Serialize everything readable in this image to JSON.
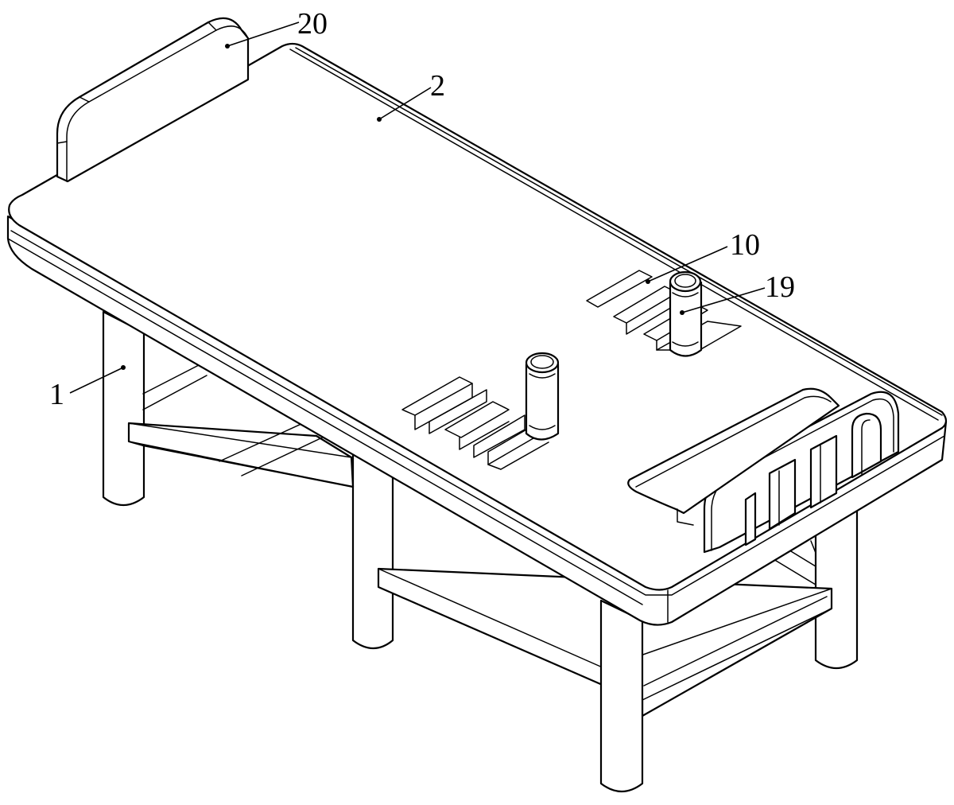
{
  "figure": {
    "labels": [
      {
        "id": "label-20",
        "text": "20"
      },
      {
        "id": "label-2",
        "text": "2"
      },
      {
        "id": "label-10",
        "text": "10"
      },
      {
        "id": "label-19",
        "text": "19"
      },
      {
        "id": "label-1",
        "text": "1"
      }
    ]
  }
}
